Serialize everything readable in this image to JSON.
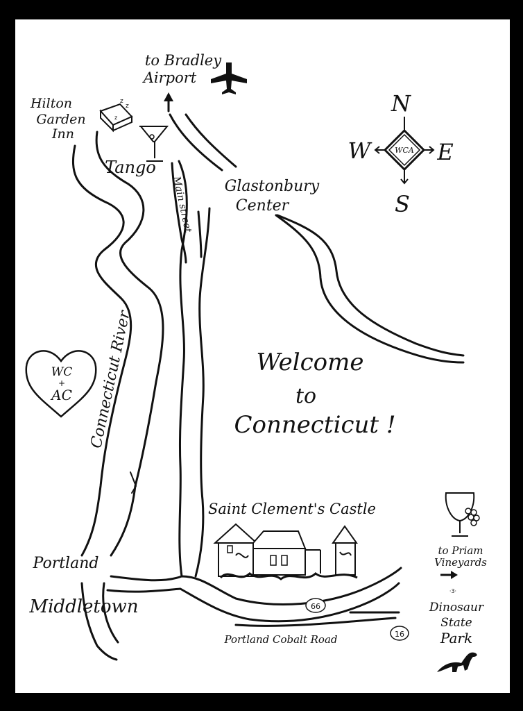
{
  "map": {
    "labels": {
      "bradley_line1": "to Bradley",
      "bradley_line2": "Airport",
      "hilton_line1": "Hilton",
      "hilton_line2": "Garden",
      "hilton_line3": "Inn",
      "tango": "Tango",
      "main_street": "Main street",
      "glastonbury_line1": "Glastonbury",
      "glastonbury_line2": "Center",
      "connecticut_river": "Connecticut River",
      "welcome_line1": "Welcome",
      "welcome_line2": "to",
      "welcome_line3": "Connecticut !",
      "heart_line1": "WC",
      "heart_plus": "+",
      "heart_line2": "AC",
      "castle": "Saint Clement's Castle",
      "portland": "Portland",
      "middletown": "Middletown",
      "portland_cobalt_road": "Portland Cobalt Road",
      "route_66": "66",
      "route_16": "16",
      "priam_line1": "to Priam",
      "priam_line2": "Vineyards",
      "dinosaur_line1": "Dinosaur",
      "dinosaur_line2": "State",
      "dinosaur_line3": "Park"
    },
    "compass": {
      "north": "N",
      "south": "S",
      "east": "E",
      "west": "W",
      "center": "WCA"
    }
  },
  "colors": {
    "ink": "#111111",
    "paper": "#ffffff",
    "frame": "#000000"
  }
}
